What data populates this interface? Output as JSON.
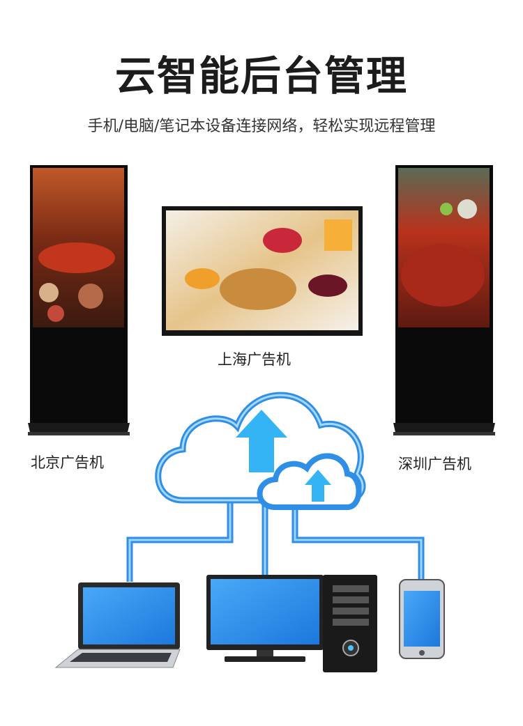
{
  "title": "云智能后台管理",
  "subtitle": "手机/电脑/笔记本设备连接网络，轻松实现远程管理",
  "devices": {
    "left_kiosk_label": "北京广告机",
    "center_monitor_label": "上海广告机",
    "right_kiosk_label": "深圳广告机"
  },
  "colors": {
    "cloud_stroke": "#2f8fe6",
    "arrow": "#35b4f5",
    "screen_blue": "#2c8ff0"
  }
}
